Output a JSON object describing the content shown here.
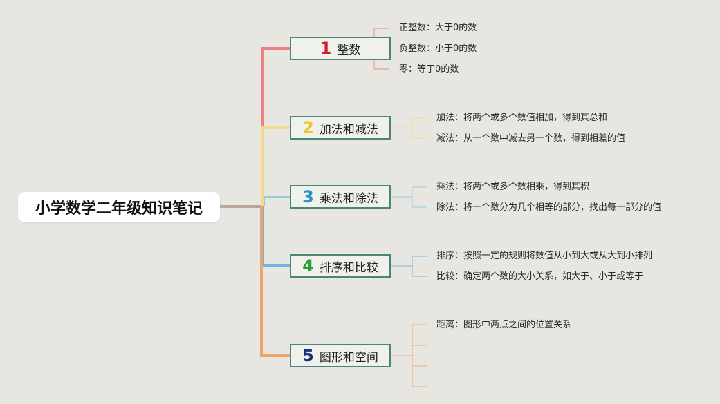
{
  "root": {
    "title": "小学数学二年级知识笔记"
  },
  "colors": {
    "branch1": "#ef7f86",
    "branch2": "#f7d98c",
    "branch3": "#8ccfd9",
    "branch4": "#6cb4ea",
    "branch5": "#eba46a",
    "node_border": "#4a8577"
  },
  "branches": [
    {
      "number": "1",
      "label": "整数",
      "number_color": "#d0202b",
      "items": [
        "正整数：大于0的数",
        "负整数：小于0的数",
        "零：等于0的数"
      ]
    },
    {
      "number": "2",
      "label": "加法和减法",
      "number_color": "#f2c12e",
      "items": [
        "加法：将两个或多个数值相加，得到其总和",
        "减法：从一个数中减去另一个数，得到相差的值"
      ]
    },
    {
      "number": "3",
      "label": "乘法和除法",
      "number_color": "#2a8fcf",
      "items": [
        "乘法：将两个或多个数相乘，得到其积",
        "除法：将一个数分为几个相等的部分，找出每一部分的值"
      ]
    },
    {
      "number": "4",
      "label": "排序和比较",
      "number_color": "#2e9e3a",
      "items": [
        "排序：按照一定的规则将数值从小到大或从大到小排列",
        "比较：确定两个数的大小关系，如大于、小于或等于"
      ]
    },
    {
      "number": "5",
      "label": "图形和空间",
      "number_color": "#1c2f7c",
      "items": [
        "距离：图形中两点之间的位置关系"
      ]
    }
  ]
}
